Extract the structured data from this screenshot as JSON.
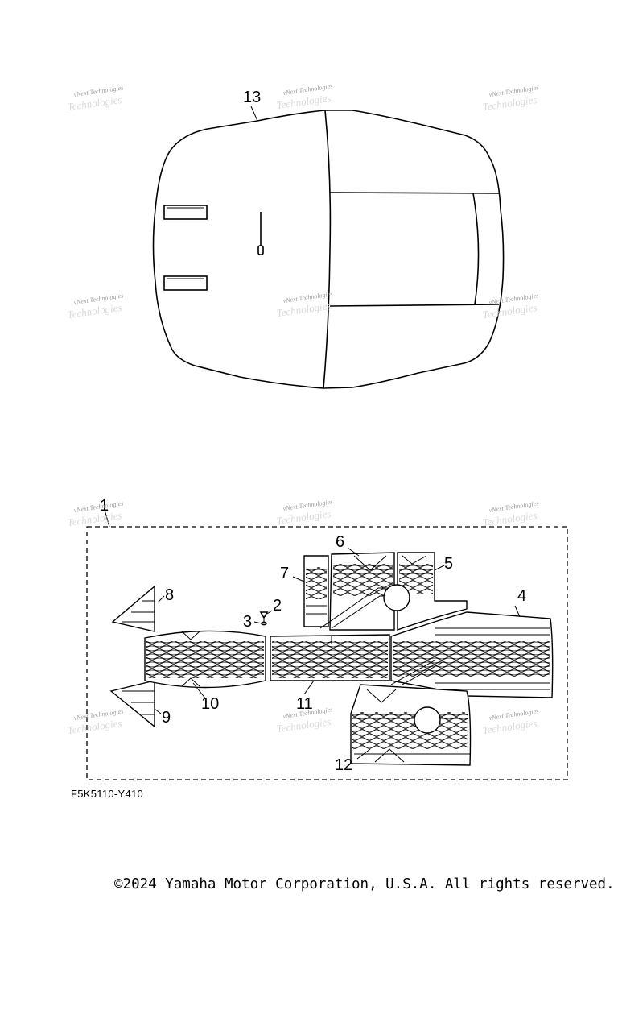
{
  "diagram": {
    "callouts": {
      "c1": "1",
      "c2": "2",
      "c3": "3",
      "c4": "4",
      "c5": "5",
      "c6": "6",
      "c7": "7",
      "c8": "8",
      "c9": "9",
      "c10": "10",
      "c11": "11",
      "c12": "12",
      "c13": "13"
    },
    "watermark": {
      "line1": "vNext Technologies",
      "line2": "Technologies"
    }
  },
  "footer": {
    "part_code": "F5K5110-Y410",
    "copyright": "©2024 Yamaha Motor Corporation, U.S.A. All rights reserved."
  }
}
